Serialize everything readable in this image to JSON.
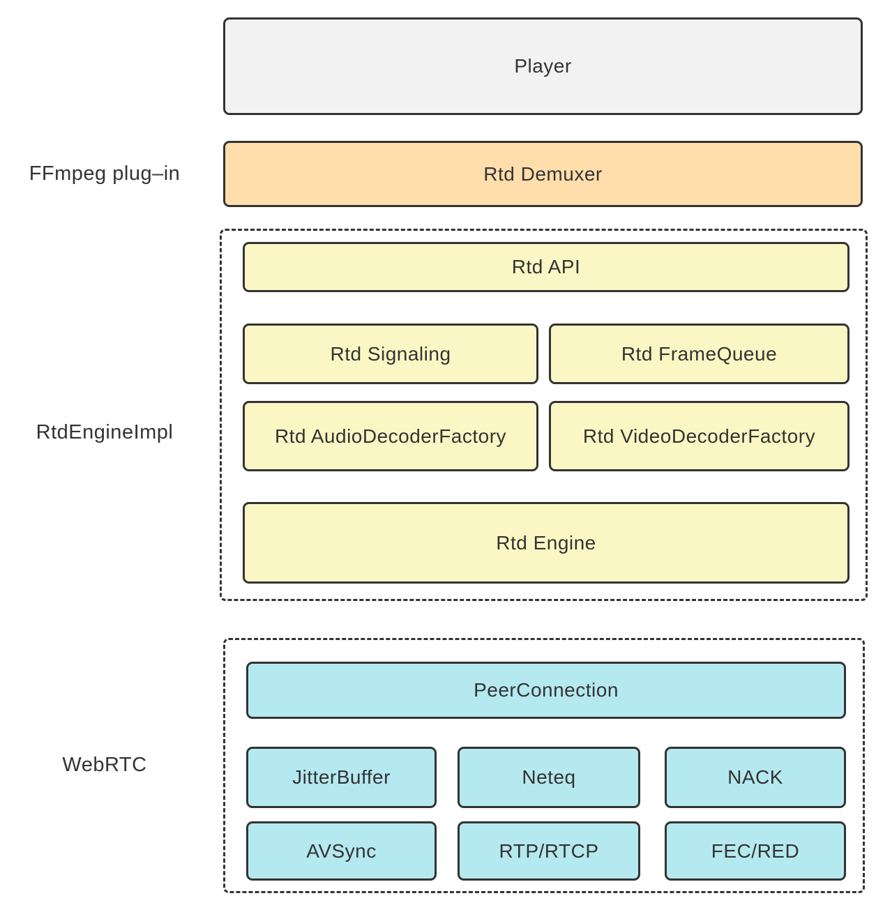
{
  "colors": {
    "background": "#ffffff",
    "border": "#333333",
    "text": "#333333",
    "player_fill": "#f2f2f2",
    "demuxer_fill": "#ffdeac",
    "rtd_engine_fill": "#fbf7c4",
    "webrtc_fill": "#b5e9f0"
  },
  "side_labels": {
    "ffmpeg": "FFmpeg plug–in",
    "rtd_engine_impl": "RtdEngineImpl",
    "webrtc": "WebRTC"
  },
  "blocks": {
    "player": "Player",
    "rtd_demuxer": "Rtd Demuxer",
    "rtd_api": "Rtd API",
    "rtd_signaling": "Rtd Signaling",
    "rtd_framequeue": "Rtd FrameQueue",
    "rtd_audio_decoder_factory": "Rtd AudioDecoderFactory",
    "rtd_video_decoder_factory": "Rtd VideoDecoderFactory",
    "rtd_engine": "Rtd Engine",
    "peer_connection": "PeerConnection",
    "jitter_buffer": "JitterBuffer",
    "neteq": "Neteq",
    "nack": "NACK",
    "avsync": "AVSync",
    "rtp_rtcp": "RTP/RTCP",
    "fec_red": "FEC/RED"
  }
}
